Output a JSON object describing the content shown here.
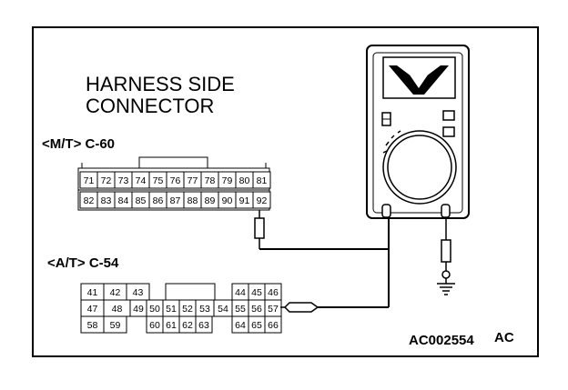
{
  "diagram": {
    "title_lines": [
      "HARNESS SIDE",
      "CONNECTOR"
    ],
    "mt_connector_label": "<M/T> C-60",
    "at_connector_label": "<A/T> C-54",
    "mt_pins_top": [
      "71",
      "72",
      "73",
      "74",
      "75",
      "76",
      "77",
      "78",
      "79",
      "80",
      "81"
    ],
    "mt_pins_bottom": [
      "82",
      "83",
      "84",
      "85",
      "86",
      "87",
      "88",
      "89",
      "90",
      "91",
      "92"
    ],
    "at_row1_left": [
      "41",
      "42",
      "43"
    ],
    "at_row1_right": [
      "44",
      "45",
      "46"
    ],
    "at_row2": [
      "47",
      "48",
      "49",
      "50",
      "51",
      "52",
      "53",
      "54",
      "55",
      "56",
      "57"
    ],
    "at_row3_left": [
      "58",
      "59"
    ],
    "at_row3_right": [
      "60",
      "61",
      "62",
      "63",
      "64",
      "65",
      "66"
    ],
    "figure_code": "AC002554",
    "figure_suffix": "AC",
    "meter_display_symbol": "V",
    "icons": [
      "voltmeter-icon",
      "ground-icon",
      "probe-icon"
    ]
  }
}
